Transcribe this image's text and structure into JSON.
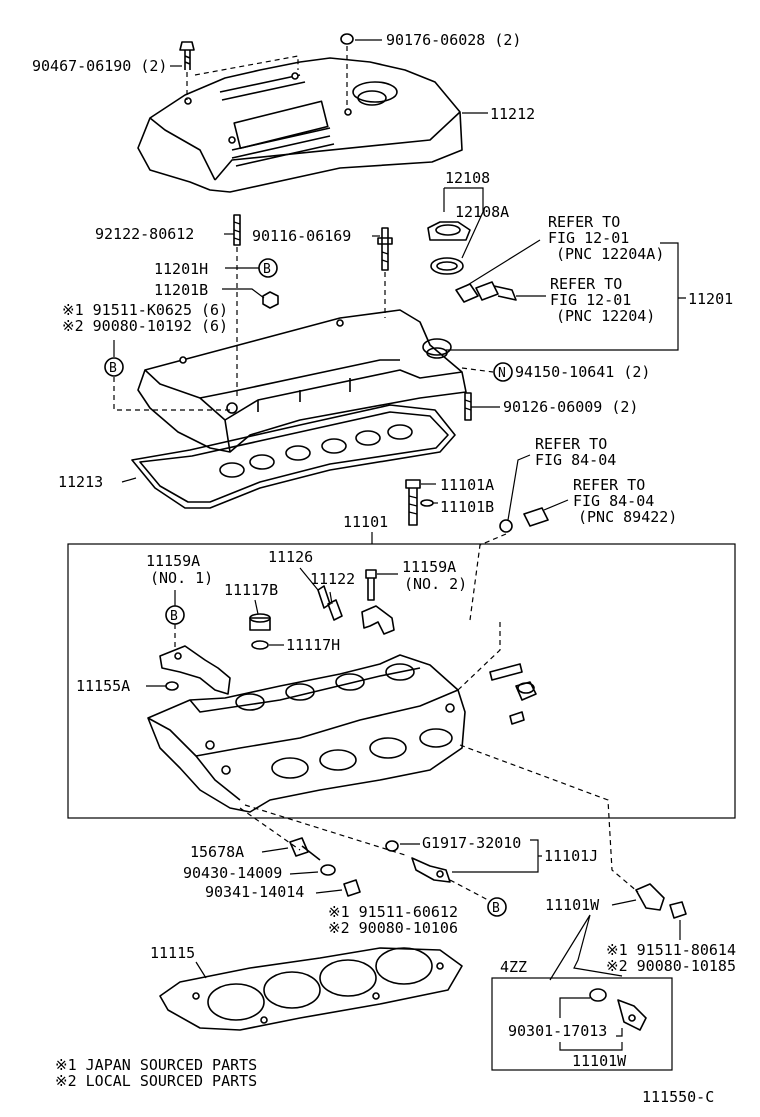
{
  "labels": {
    "p90467": "90467-06190 (2)",
    "p90176": "90176-06028 (2)",
    "p11212": "11212",
    "p12108": "12108",
    "p12108A": "12108A",
    "p92122": "92122-80612",
    "p90116": "90116-06169",
    "ref1_a": "REFER TO",
    "ref1_b": "FIG 12-01",
    "ref1_c": "(PNC 12204A)",
    "ref2_a": "REFER TO",
    "ref2_b": "FIG 12-01",
    "ref2_c": "(PNC 12204)",
    "p11201": "11201",
    "p11201H": "11201H",
    "p11201B": "11201B",
    "p91511K": "※1 91511-K0625 (6)",
    "p90080_10192": "※2 90080-10192 (6)",
    "p94150": "94150-10641 (2)",
    "p90126": "90126-06009 (2)",
    "p11213": "11213",
    "ref3_a": "REFER TO",
    "ref3_b": "FIG 84-04",
    "ref4_a": "REFER TO",
    "ref4_b": "FIG 84-04",
    "ref4_c": "(PNC 89422)",
    "p11101A": "11101A",
    "p11101B": "11101B",
    "p11101": "11101",
    "p11159A_1": "11159A",
    "p11159A_1n": "(NO. 1)",
    "p11126": "11126",
    "p11159A_2": "11159A",
    "p11159A_2n": "(NO. 2)",
    "p11117B": "11117B",
    "p11122": "11122",
    "p11117H": "11117H",
    "p11155A": "11155A",
    "p15678A": "15678A",
    "p90430": "90430-14009",
    "p90341": "90341-14014",
    "pG1917": "G1917-32010",
    "p11101J": "11101J",
    "p91511_60612": "※1 91511-60612",
    "p90080_10106": "※2 90080-10106",
    "p11101W": "11101W",
    "p91511_80614": "※1 91511-80614",
    "p90080_10185": "※2 90080-10185",
    "p4ZZ": "4ZZ",
    "p90301": "90301-17013",
    "p11101W_b": "11101W",
    "p11115": "11115",
    "note1": "※1 JAPAN SOURCED PARTS",
    "note2": "※2 LOCAL SOURCED PARTS",
    "diagram_id": "111550-C"
  },
  "markers": {
    "B": "B",
    "N": "N"
  }
}
